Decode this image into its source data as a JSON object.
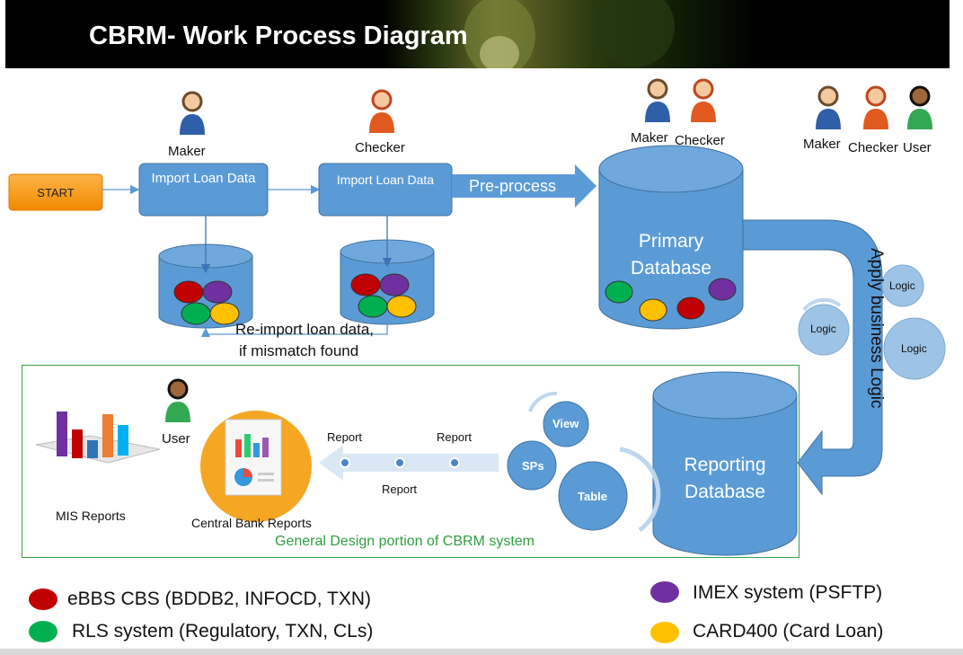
{
  "header": {
    "title": "CBRM- Work Process Diagram"
  },
  "colors": {
    "box_blue": "#5b9bd5",
    "red": "#c00000",
    "purple": "#7030a0",
    "green": "#00b050",
    "yellow": "#ffc000",
    "frame_green": "#3aa048",
    "start_orange": "#f7941d"
  },
  "flow": {
    "start_label": "START",
    "maker_label": "Maker",
    "checker_label": "Checker",
    "import_box_1": "Import Loan Data",
    "import_box_2": "Import Loan Data",
    "preprocess_label": "Pre-process",
    "primary_db": "Primary Database",
    "primary_maker": "Maker",
    "primary_checker": "Checker",
    "top_right_maker": "Maker",
    "top_right_checker": "Checker",
    "top_right_user": "User",
    "reimport_line1": "Re-import loan data,",
    "reimport_line2": "if mismatch found",
    "apply_logic": "Apply business Logic",
    "logic_gears": [
      "Logic",
      "Logic",
      "Logic"
    ],
    "reporting_db": "Reporting Database",
    "gears": {
      "view": "View",
      "sps": "SPs",
      "table": "Table"
    },
    "report_labels": [
      "Report",
      "Report",
      "Report"
    ],
    "central_bank_reports": "Central Bank Reports",
    "mis_reports": "MIS Reports",
    "user_label": "User",
    "design_caption": "General Design portion of CBRM system"
  },
  "legend": [
    {
      "color": "red",
      "text": "eBBS CBS (BDDB2, INFOCD, TXN)"
    },
    {
      "color": "green",
      "text": "RLS system (Regulatory, TXN, CLs)"
    },
    {
      "color": "purple",
      "text": "IMEX system (PSFTP)"
    },
    {
      "color": "yellow",
      "text": "CARD400 (Card Loan)"
    }
  ]
}
